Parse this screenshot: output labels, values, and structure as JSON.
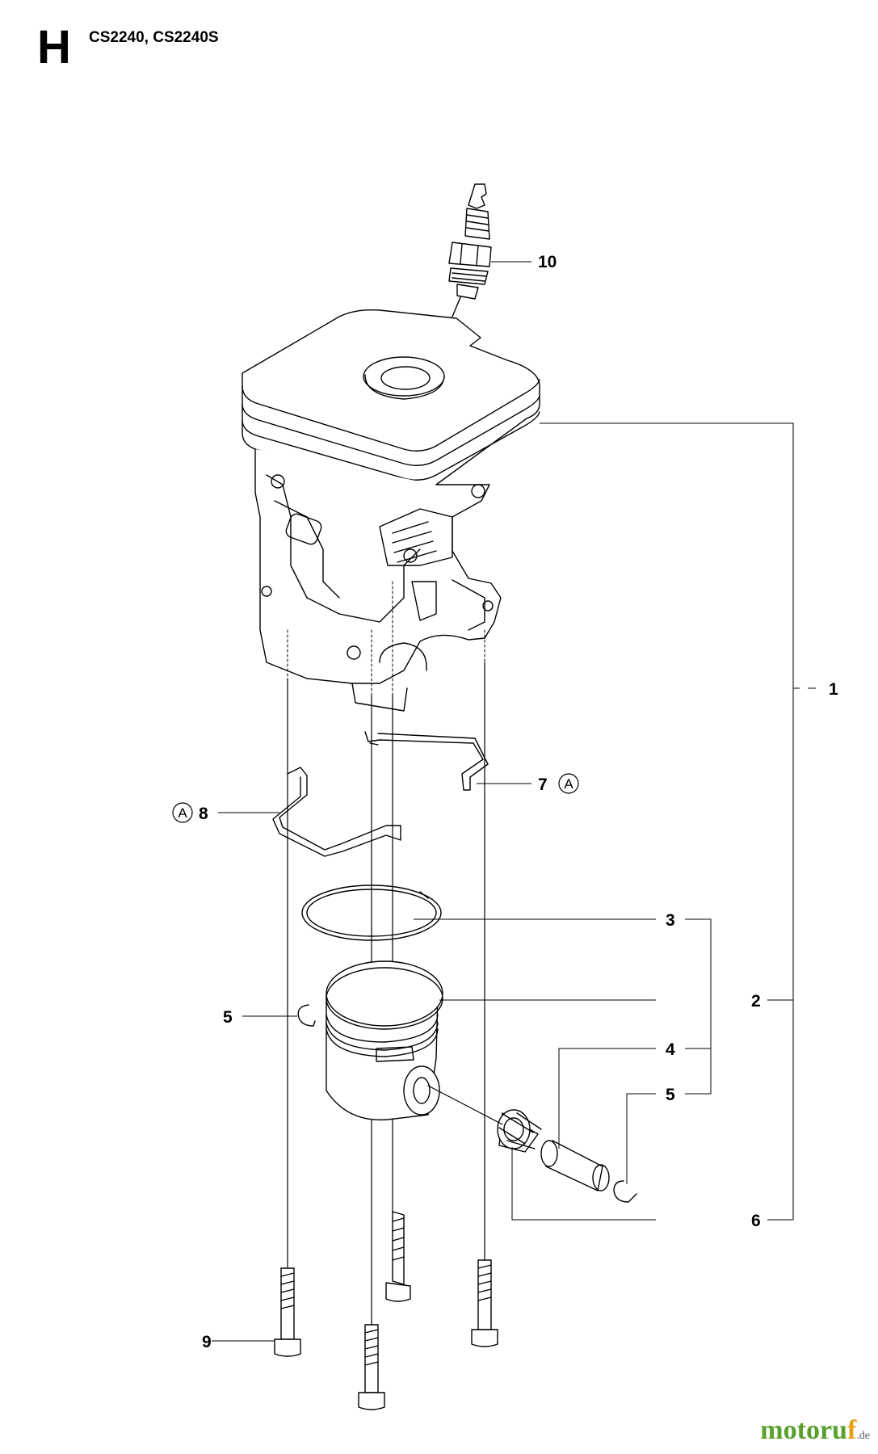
{
  "header": {
    "section_letter": "H",
    "models": "CS2240, CS2240S"
  },
  "callouts": {
    "c1": "1",
    "c2": "2",
    "c3": "3",
    "c4": "4",
    "c5a": "5",
    "c5b": "5",
    "c6": "6",
    "c7": "7",
    "c8": "8",
    "c9": "9",
    "c10": "10",
    "refA_7": "A",
    "refA_8": "A"
  },
  "watermark": {
    "main": "motoru",
    "f": "f",
    "tld": ".de"
  }
}
